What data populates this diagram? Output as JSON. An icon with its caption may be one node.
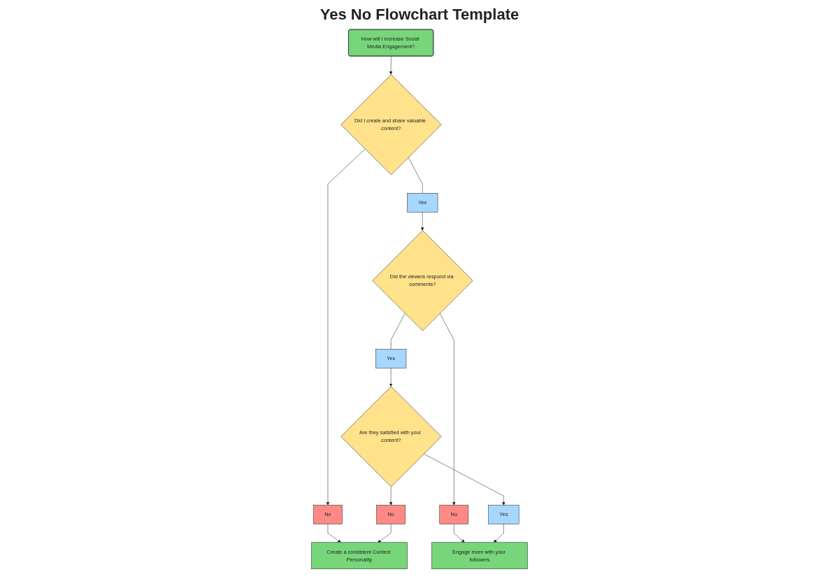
{
  "diagram": {
    "title": "Yes No Flowchart Template",
    "nodes": [
      {
        "text": [
          "How will I increase Social Media Engagement?"
        ]
      },
      {
        "text": [
          "Did I create and share valuable content?"
        ]
      },
      {
        "text": [
          "No"
        ]
      },
      {
        "text": [
          "Yes"
        ]
      },
      {
        "text": [
          "Did the viewers respond via comments?"
        ]
      },
      {
        "text": [
          "No"
        ]
      },
      {
        "text": [
          "Yes"
        ]
      },
      {
        "text": [
          "Are they satisfied with your content?"
        ]
      },
      {
        "text": [
          "Create a consistent Content Personality"
        ]
      },
      {
        "text": [
          "No"
        ]
      },
      {
        "text": [
          "Yes"
        ]
      },
      {
        "text": [
          "Engage more with your followers"
        ]
      }
    ],
    "edges": [
      {
        "from": 0,
        "to": 1,
        "arrow": "to"
      },
      {
        "from": 1,
        "to": 2,
        "arrow": "to"
      },
      {
        "from": 2,
        "to": 8,
        "arrow": "to"
      },
      {
        "from": 1,
        "to": 3,
        "arrow": "none"
      },
      {
        "from": 3,
        "to": 4,
        "arrow": "to"
      },
      {
        "from": 4,
        "to": 5,
        "arrow": "to"
      },
      {
        "from": 5,
        "to": 11,
        "arrow": "to"
      },
      {
        "from": 4,
        "to": 6,
        "arrow": "none"
      },
      {
        "from": 6,
        "to": 7,
        "arrow": "to"
      },
      {
        "from": 7,
        "to": 9,
        "arrow": "to"
      },
      {
        "from": 9,
        "to": 8,
        "arrow": "to"
      },
      {
        "from": 7,
        "to": 10,
        "arrow": "to"
      },
      {
        "from": 10,
        "to": 11,
        "arrow": "to"
      }
    ]
  }
}
